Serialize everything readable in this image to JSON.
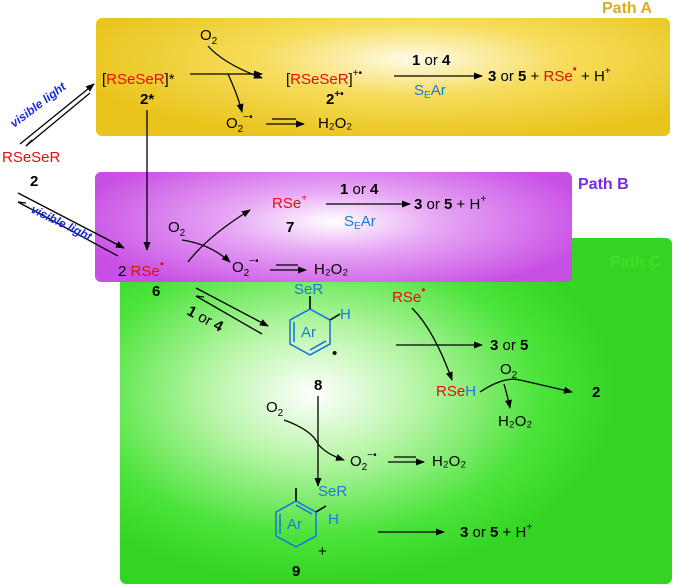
{
  "labels": {
    "path_a": "Path A",
    "path_b": "Path B",
    "path_c": "Path C",
    "visible_light": "visible light"
  },
  "colors": {
    "path_a": "#e9c41c",
    "path_b": "#c84fe4",
    "path_c": "#34d424",
    "red_species": "#e01010",
    "blue_species": "#1e78d8",
    "light_label": "#1a2bd8"
  },
  "species": {
    "rsesr": "RSeSeR",
    "rsesr_label": "2",
    "excited": "[RSeSeR]*",
    "excited_label": "2*",
    "radical_cation": "[RSeSeR]",
    "radical_cation_label": "2",
    "rse_cation": "RSe",
    "rse_cation_label": "7",
    "rse_radical": "RSe",
    "rse_radical_coef": "2",
    "rse_radical_label": "6",
    "intermediate_8_label": "8",
    "intermediate_9_label": "9",
    "ser": "SeR",
    "h": "H",
    "ar": "Ar",
    "rseh": "RSe",
    "rseh_h": "H",
    "o2": "O",
    "h2o2": "H₂O₂",
    "product_2": "2",
    "hplus": "H"
  },
  "conditions": {
    "reagent_1": "1",
    "reagent_or": "or",
    "reagent_4": "4",
    "seaar": "S",
    "seaar_sub": "E",
    "seaar_tail": "Ar"
  },
  "products": {
    "p3": "3",
    "p5": "5",
    "or": "or",
    "plus": "+"
  }
}
